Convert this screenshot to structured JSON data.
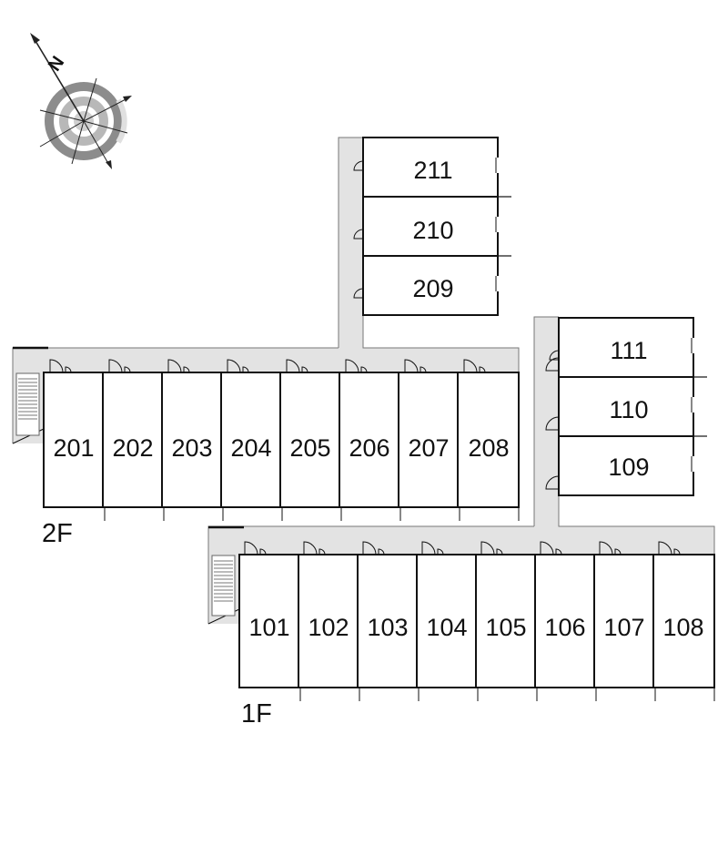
{
  "compass": {
    "north_label": "N",
    "icon": "compass-rose-icon"
  },
  "floors": {
    "upper": {
      "label": "2F",
      "row_units": [
        "201",
        "202",
        "203",
        "204",
        "205",
        "206",
        "207",
        "208"
      ],
      "wing_units": [
        "211",
        "210",
        "209"
      ]
    },
    "lower": {
      "label": "1F",
      "row_units": [
        "101",
        "102",
        "103",
        "104",
        "105",
        "106",
        "107",
        "108"
      ],
      "wing_units": [
        "111",
        "110",
        "109"
      ]
    }
  },
  "colors": {
    "corridor": "#e3e3e3",
    "wall": "#111111",
    "background": "#ffffff"
  }
}
